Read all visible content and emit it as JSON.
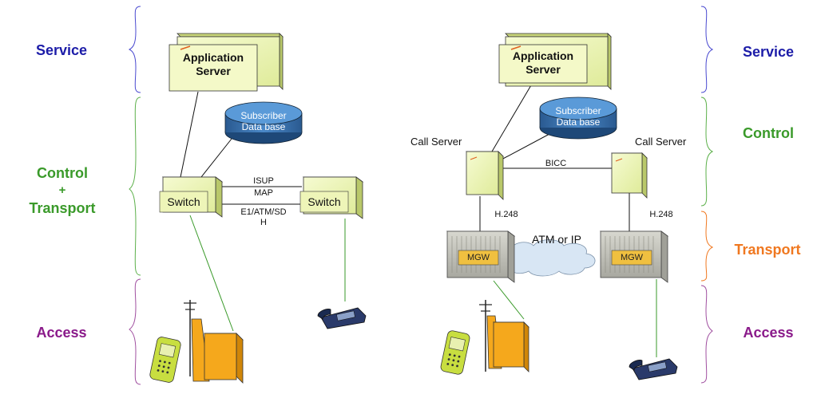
{
  "layers": {
    "left": {
      "service": "Service",
      "control_transport": [
        "Control",
        "+",
        "Transport"
      ],
      "access": "Access"
    },
    "right": {
      "service": "Service",
      "control": "Control",
      "transport": "Transport",
      "access": "Access"
    }
  },
  "left_network": {
    "app_server": [
      "Application",
      "Server"
    ],
    "subscriber_db": [
      "Subscriber",
      "Data base"
    ],
    "switch_a": "Switch",
    "switch_b": "Switch",
    "link_labels": [
      "ISUP",
      "MAP",
      "E1/ATM/SD",
      "H"
    ]
  },
  "right_network": {
    "app_server": [
      "Application",
      "Server"
    ],
    "subscriber_db": [
      "Subscriber",
      "Data base"
    ],
    "call_server_left": "Call Server",
    "call_server_right": "Call Server",
    "bicc": "BICC",
    "h248_left": "H.248",
    "h248_right": "H.248",
    "mgw_left": "MGW",
    "mgw_right": "MGW",
    "cloud": "ATM or IP"
  },
  "colors": {
    "service": "#1c1ca8",
    "control": "#3a9a2a",
    "transport": "#f07820",
    "access": "#8a1a8a",
    "box_fill": "#eef5b8",
    "db_fill": "#2f6aa8",
    "antenna_fill": "#f5a81c"
  }
}
